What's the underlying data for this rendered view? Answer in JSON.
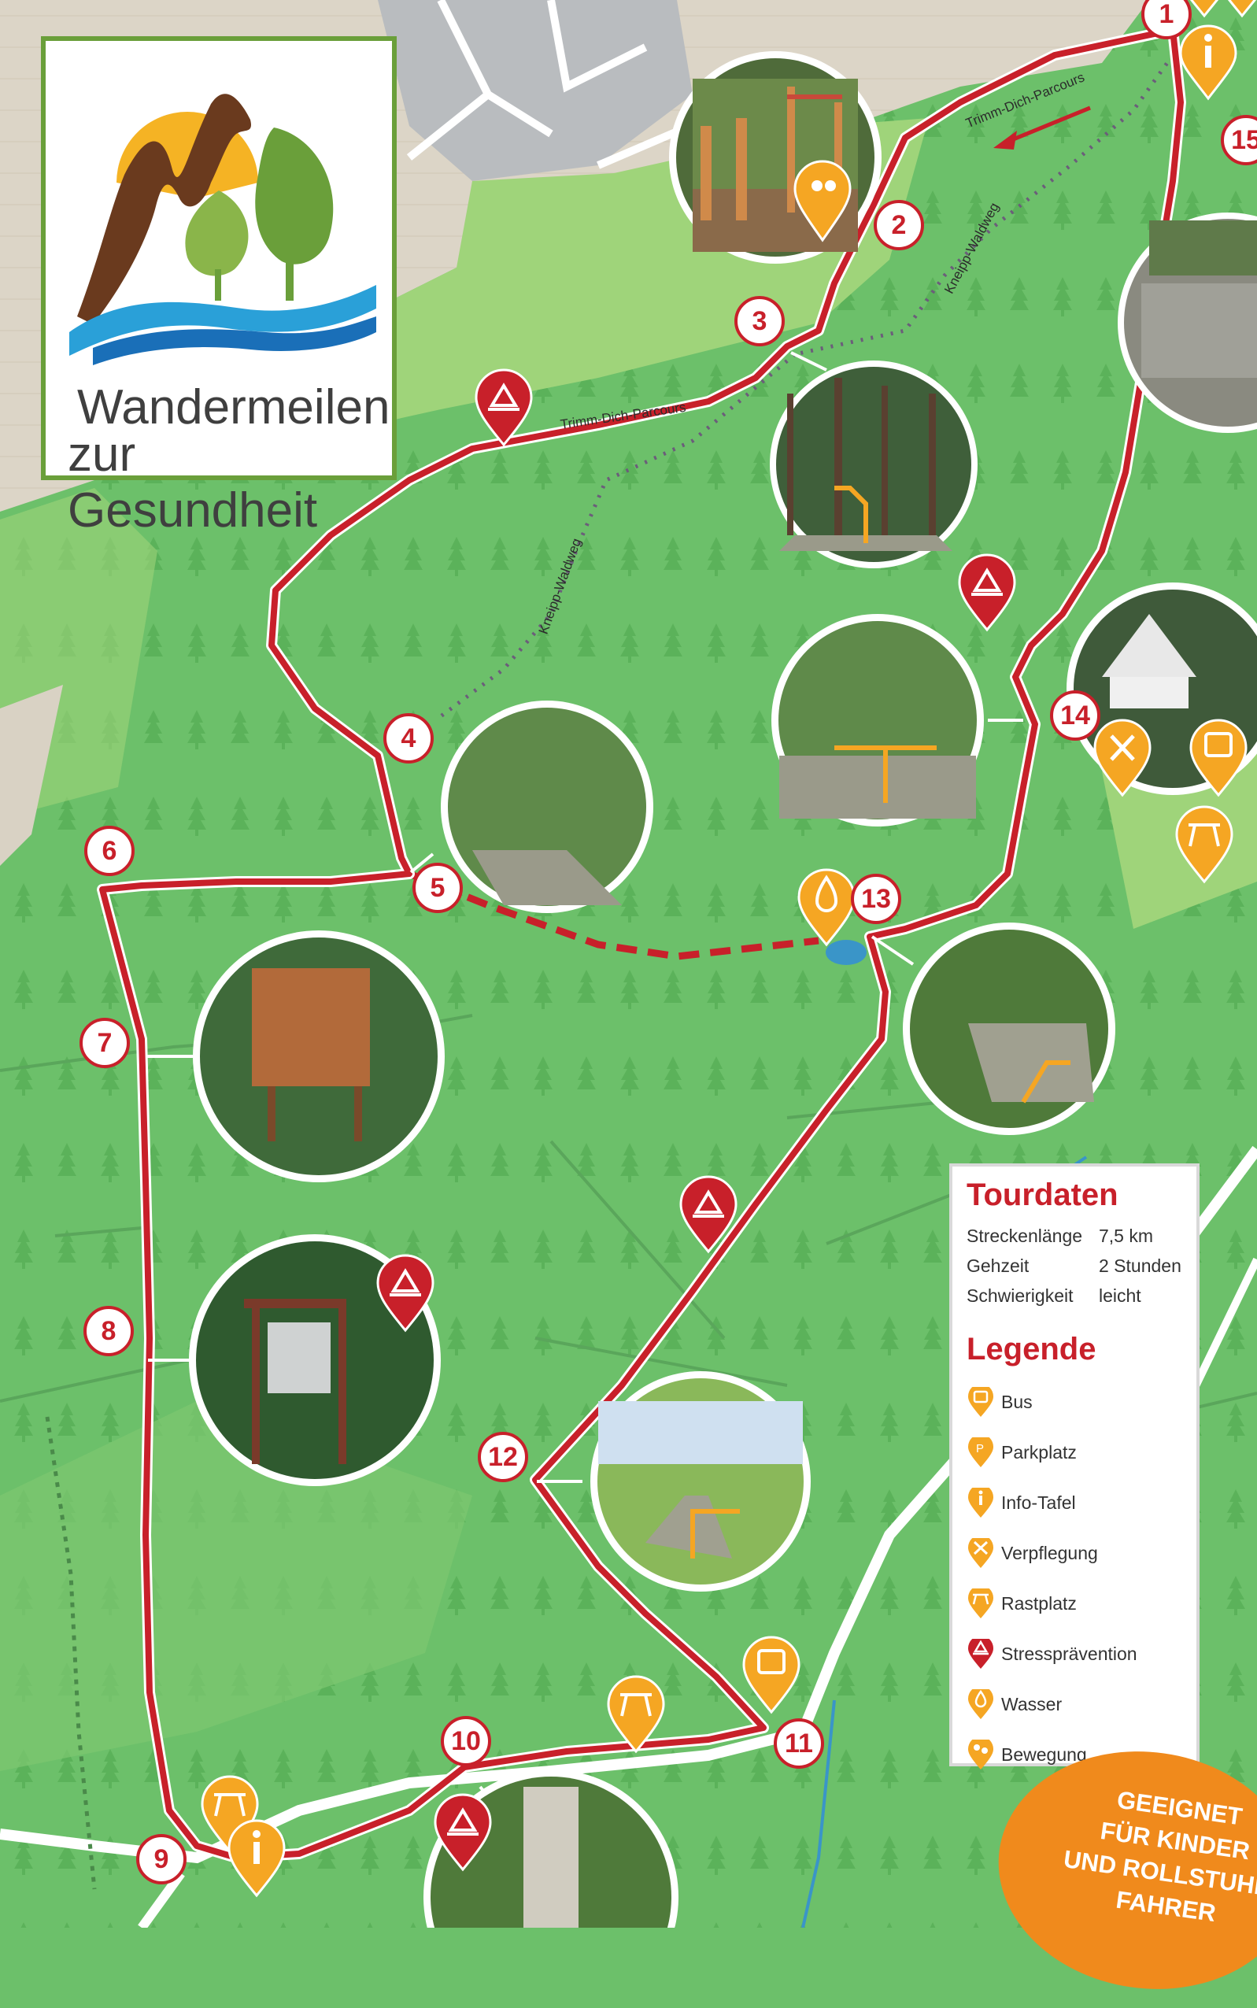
{
  "logo": {
    "line1": "Wandermeilen",
    "line2": "zur Gesundheit"
  },
  "path_labels": [
    {
      "id": "trimm1",
      "text": "Trimm-Dich-Parcours"
    },
    {
      "id": "trimm2",
      "text": "Trimm-Dich-Parcours"
    },
    {
      "id": "kneipp1",
      "text": "Kneipp-Waldweg"
    },
    {
      "id": "kneipp2",
      "text": "Kneipp-Waldweg"
    }
  ],
  "stops": [
    "1",
    "2",
    "3",
    "4",
    "5",
    "6",
    "7",
    "8",
    "9",
    "10",
    "11",
    "12",
    "13",
    "14",
    "15"
  ],
  "tourdaten": {
    "title": "Tourdaten",
    "rows": [
      {
        "label": "Streckenlänge",
        "value": "7,5 km"
      },
      {
        "label": "Gehzeit",
        "value": "2 Stunden"
      },
      {
        "label": "Schwierigkeit",
        "value": "leicht"
      }
    ]
  },
  "legende": {
    "title": "Legende",
    "items": [
      {
        "label": "Bus",
        "color": "#f5a623",
        "icon": "bus-icon"
      },
      {
        "label": "Parkplatz",
        "color": "#f5a623",
        "icon": "parking-icon"
      },
      {
        "label": "Info-Tafel",
        "color": "#f5a623",
        "icon": "info-icon"
      },
      {
        "label": "Verpflegung",
        "color": "#f5a623",
        "icon": "food-icon"
      },
      {
        "label": "Rastplatz",
        "color": "#f5a623",
        "icon": "rest-area-icon"
      },
      {
        "label": "Stressprävention",
        "color": "#c8202a",
        "icon": "meditation-icon"
      },
      {
        "label": "Wasser",
        "color": "#f5a623",
        "icon": "water-icon"
      },
      {
        "label": "Bewegung",
        "color": "#f5a623",
        "icon": "footprints-icon"
      }
    ]
  },
  "badge": {
    "line1": "GEEIGNET",
    "line2": "FÜR KINDER",
    "line3": "UND ROLLSTUHL-",
    "line4": "FAHRER"
  },
  "colors": {
    "forest": "#6cc06a",
    "meadow": "#9fd47a",
    "route": "#c8202a",
    "poi_orange": "#f5a623",
    "poi_red": "#c8202a",
    "land": "#d9d2c4",
    "built": "#b9bcbf"
  }
}
